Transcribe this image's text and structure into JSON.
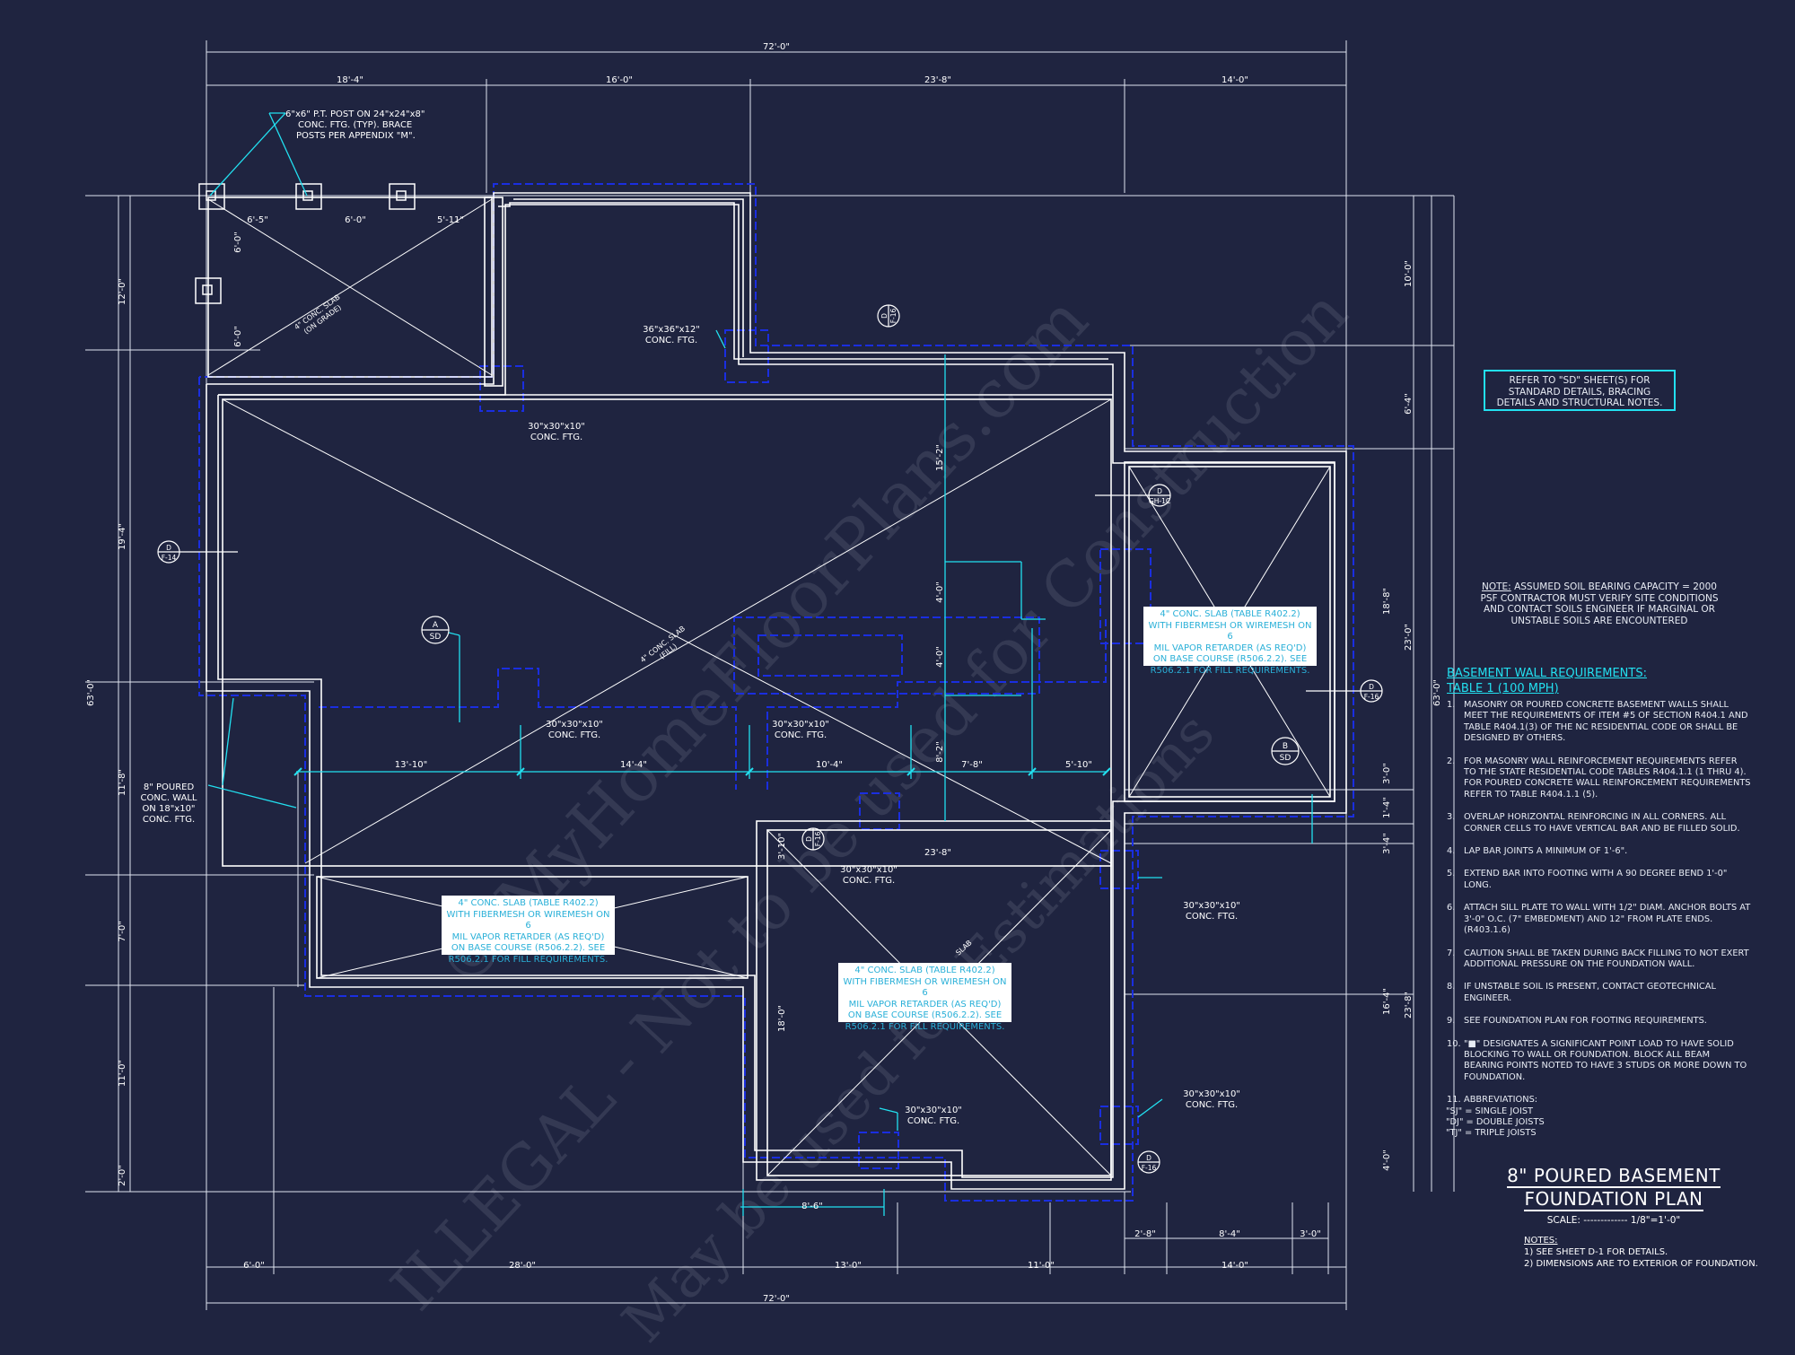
{
  "top_dims": {
    "overall": "72'-0\"",
    "d1": "18'-4\"",
    "d2": "16'-0\"",
    "d3": "23'-8\"",
    "d4": "14'-0\""
  },
  "bottom_dims": {
    "overall": "72'-0\"",
    "d1": "6'-0\"",
    "d2": "28'-0\"",
    "d3": "13'-0\"",
    "d4": "11'-0\"",
    "d5": "14'-0\"",
    "r1": "2'-8\"",
    "r2": "8'-4\"",
    "r3": "3'-0\""
  },
  "left_dims": {
    "overall": "63'-0\"",
    "d1": "12'-0\"",
    "d2": "19'-4\"",
    "d3": "11'-8\"",
    "d4": "7'-0\"",
    "d5": "11'-0\"",
    "d6": "2'-0\""
  },
  "right_dims": {
    "overall": "63'-0\"",
    "d1": "10'-0\"",
    "d2": "6'-4\"",
    "d3": "18'-8\"",
    "d4": "23'-0\"",
    "d5": "3'-0\"",
    "d6": "1'-4\"",
    "d7": "3'-4\"",
    "d8": "16'-4\"",
    "d9": "23'-8\"",
    "d10": "4'-0\""
  },
  "interior_dims": {
    "a": "6'-5\"",
    "b": "6'-0\"",
    "c": "5'-11\"",
    "d": "6'-0\"",
    "e": "6'-0\"",
    "f": "13'-10\"",
    "g": "14'-4\"",
    "h": "10'-4\"",
    "i": "7'-8\"",
    "j": "5'-10\"",
    "k": "15'-2\"",
    "l": "4'-0\"",
    "m": "4'-0\"",
    "n": "8'-2\"",
    "o": "23'-8\"",
    "p": "3'-10\"",
    "q": "18'-0\"",
    "r": "8'-6\""
  },
  "callouts": {
    "post1": "6\"x6\" P.T. POST ON 24\"x24\"x8\"",
    "post2": "CONC. FTG. (TYP). BRACE",
    "post3": "POSTS PER APPENDIX \"M\".",
    "ftg36a": "36\"x36\"x12\"",
    "ftg36b": "CONC. FTG.",
    "ftg30a": "30\"x30\"x10\"",
    "ftg30b": "CONC. FTG.",
    "wall1": "8\" POURED",
    "wall2": "CONC. WALL",
    "wall3": "ON 18\"x10\"",
    "wall4": "CONC. FTG.",
    "slab_grade1": "4\" CONC. SLAB",
    "slab_grade2": "(ON GRADE)",
    "slab_fill1": "4\" CONC. SLAB",
    "slab_fill2": "(FILL)",
    "slab": "SLAB"
  },
  "sections": {
    "s1": "D",
    "s1b": "F-14",
    "s2": "D",
    "s2b": "F-16",
    "s3": "D",
    "s3b": "GH-1C",
    "s4": "D",
    "s4b": "F-16",
    "s5": "D",
    "s5b": "F-16",
    "s6": "D",
    "s6b": "F-16",
    "sdA": "A",
    "sdAb": "SD",
    "sdB": "B",
    "sdBb": "SD"
  },
  "slab_note": [
    "4\" CONC. SLAB (TABLE R402.2)",
    "WITH FIBERMESH OR WIREMESH ON 6",
    "MIL VAPOR RETARDER (AS REQ'D)",
    "ON BASE COURSE (R506.2.2). SEE",
    "R506.2.1 FOR FILL REQUIREMENTS."
  ],
  "refbox": [
    "REFER TO \"SD\" SHEET(S) FOR",
    "STANDARD DETAILS, BRACING",
    "DETAILS AND STRUCTURAL NOTES."
  ],
  "soil_note": {
    "label": "NOTE:",
    "l1": " ASSUMED SOIL BEARING CAPACITY = 2000",
    "l2": "PSF CONTRACTOR MUST VERIFY SITE CONDITIONS",
    "l3": "AND CONTACT SOILS ENGINEER IF MARGINAL OR",
    "l4": "UNSTABLE SOILS ARE ENCOUNTERED"
  },
  "wall_req": {
    "heading1": "BASEMENT WALL REQUIREMENTS:",
    "heading2": "TABLE 1 (100 MPH)",
    "items": [
      {
        "n": "1.",
        "t": "MASONRY OR POURED CONCRETE BASEMENT WALLS SHALL MEET THE REQUIREMENTS OF ITEM #5 OF SECTION R404.1 AND TABLE R404.1(3) OF THE NC RESIDENTIAL CODE OR SHALL BE DESIGNED BY OTHERS."
      },
      {
        "n": "2.",
        "t": "FOR MASONRY WALL REINFORCEMENT REQUIREMENTS REFER TO THE STATE RESIDENTIAL CODE TABLES R404.1.1 (1 THRU 4). FOR POURED CONCRETE WALL REINFORCEMENT REQUIREMENTS REFER TO TABLE R404.1.1 (5)."
      },
      {
        "n": "3.",
        "t": "OVERLAP HORIZONTAL REINFORCING IN ALL CORNERS. ALL CORNER CELLS TO HAVE VERTICAL BAR AND BE FILLED SOLID."
      },
      {
        "n": "4.",
        "t": "LAP BAR JOINTS A MINIMUM OF 1'-6\"."
      },
      {
        "n": "5.",
        "t": "EXTEND BAR INTO FOOTING WITH A 90 DEGREE BEND 1'-0\" LONG."
      },
      {
        "n": "6.",
        "t": "ATTACH SILL PLATE TO WALL WITH 1/2\" DIAM. ANCHOR BOLTS AT 3'-0\" O.C. (7\" EMBEDMENT) AND 12\" FROM PLATE ENDS. (R403.1.6)"
      },
      {
        "n": "7.",
        "t": "CAUTION SHALL BE TAKEN DURING BACK FILLING TO NOT EXERT ADDITIONAL PRESSURE ON THE FOUNDATION WALL."
      },
      {
        "n": "8.",
        "t": "IF UNSTABLE SOIL IS PRESENT, CONTACT GEOTECHNICAL ENGINEER."
      },
      {
        "n": "9.",
        "t": "SEE FOUNDATION PLAN FOR FOOTING REQUIREMENTS."
      },
      {
        "n": "10.",
        "t": "\"■\" DESIGNATES A SIGNIFICANT POINT LOAD TO HAVE SOLID BLOCKING TO WALL OR FOUNDATION. BLOCK ALL BEAM BEARING POINTS NOTED TO HAVE 3 STUDS OR MORE DOWN TO FOUNDATION."
      },
      {
        "n": "11.",
        "t": "ABBREVIATIONS:"
      }
    ],
    "abbr": [
      "\"SJ\" = SINGLE JOIST",
      "\"DJ\" = DOUBLE JOISTS",
      "\"TJ\" = TRIPLE JOISTS"
    ]
  },
  "title": {
    "line1": "8\" POURED BASEMENT",
    "line2": "FOUNDATION PLAN",
    "scale": "SCALE: ------------- 1/8\"=1'-0\""
  },
  "title_notes": {
    "label": "NOTES:",
    "n1": "1) SEE SHEET D-1 FOR DETAILS.",
    "n2": "2) DIMENSIONS ARE TO EXTERIOR OF FOUNDATION."
  },
  "watermarks": {
    "w1": "© MyHomeFloorPlans.com",
    "w2": "ILLEGAL - Not to be used for Construction",
    "w3": "May be used for Estimations"
  },
  "colors": {
    "background": "#1f2440",
    "line": "#ffffff",
    "annotation": "#22e0f0",
    "footing": "#1a2ee0"
  }
}
